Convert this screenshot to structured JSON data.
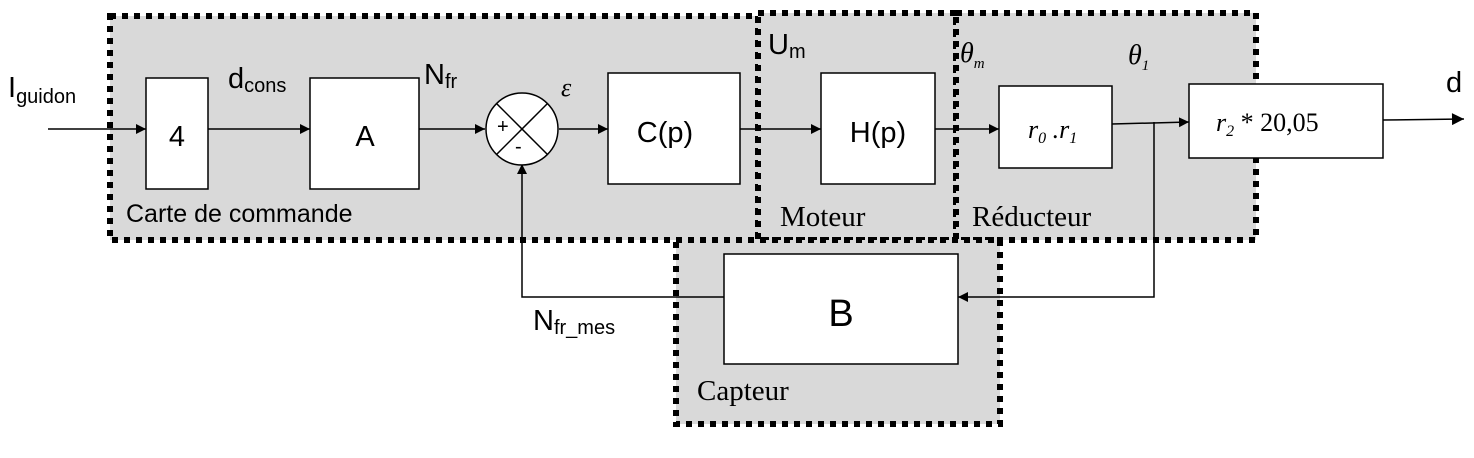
{
  "groups": {
    "carte": "Carte de commande",
    "moteur": "Moteur",
    "reducteur": "Réducteur",
    "capteur": "Capteur"
  },
  "blocks": {
    "gain_4": "4",
    "gain_a": "A",
    "corrector": "C(p)",
    "motor": "H(p)",
    "r0": "r",
    "r0_sub": "0",
    "r0_dot": " .r",
    "r1_sub": "1",
    "r2": "r",
    "r2_sub": "2",
    "r2_gain": " * 20,05",
    "sensor": "B"
  },
  "signals": {
    "input": "I",
    "input_sub": "guidon",
    "dcons": "d",
    "dcons_sub": "cons",
    "nfr": "N",
    "nfr_sub": "fr",
    "epsilon": "ε",
    "um": "U",
    "um_sub": "m",
    "theta_m": "θ",
    "theta_m_sub": "m",
    "theta_1": "θ",
    "theta_1_sub": "1",
    "output": "d",
    "nfr_mes": "N",
    "nfr_mes_sub": "fr_mes"
  },
  "summer": {
    "plus": "+",
    "minus": "-"
  }
}
